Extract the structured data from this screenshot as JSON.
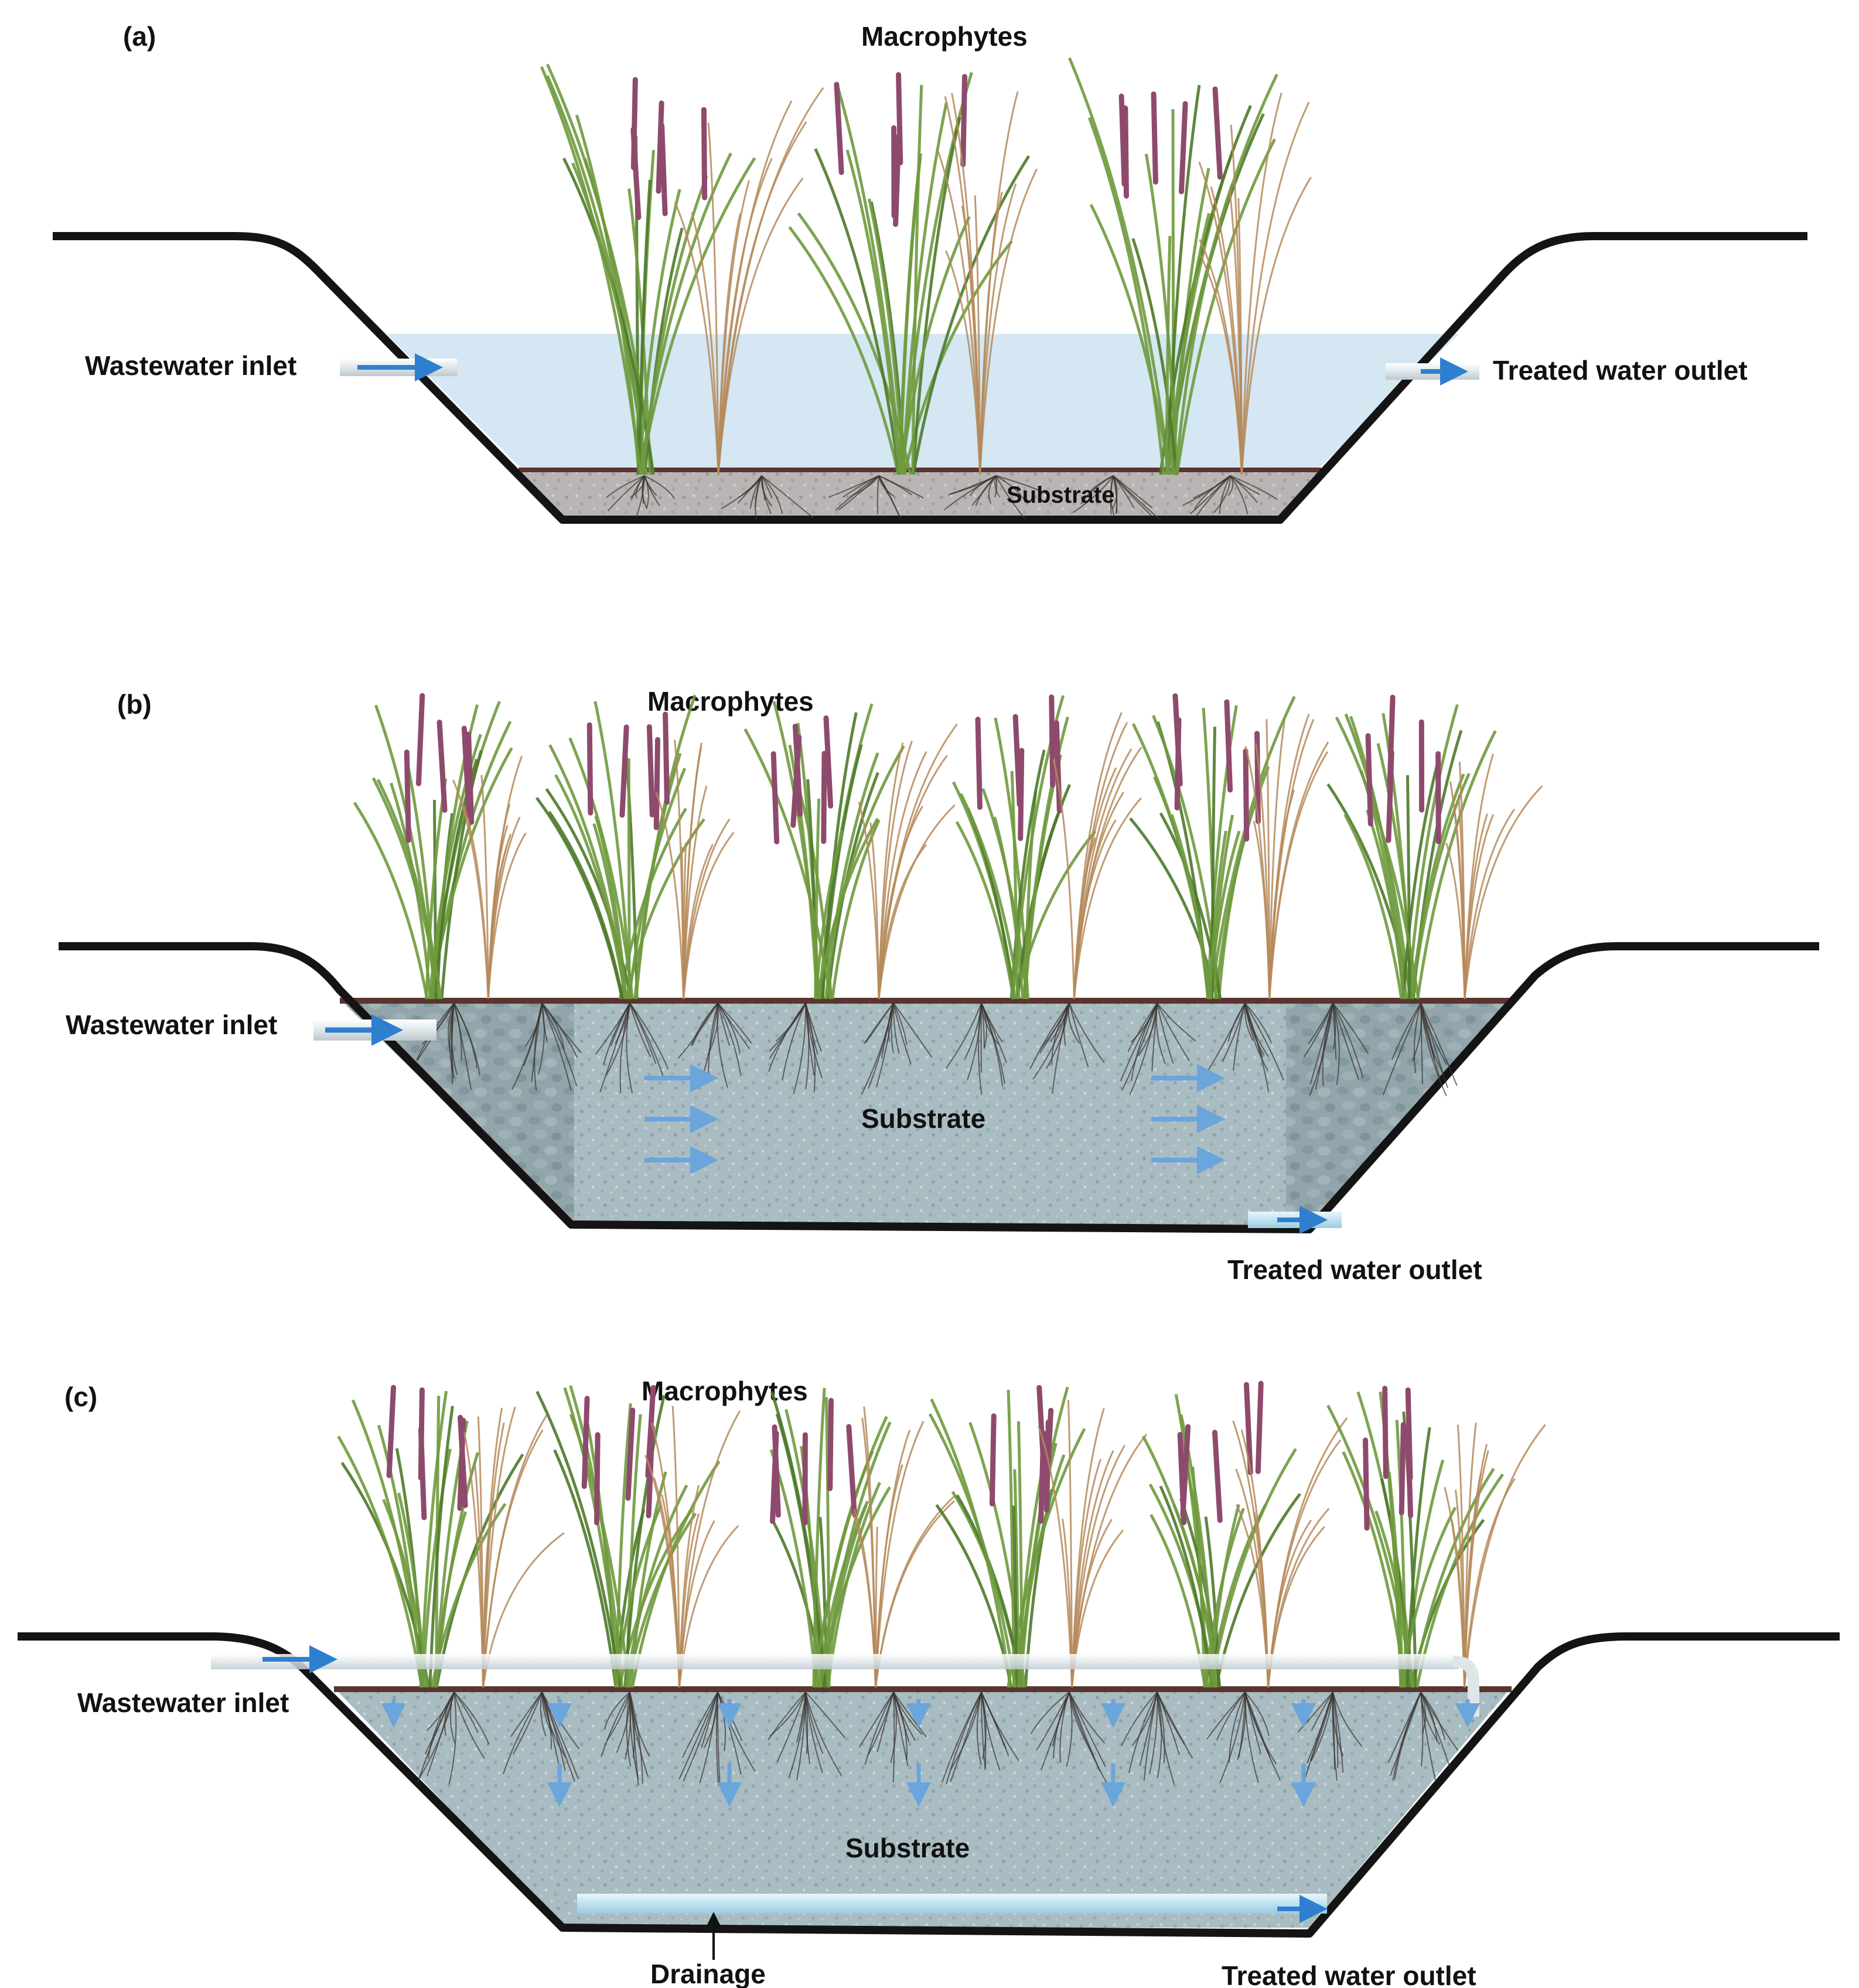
{
  "panels": [
    {
      "letter": "(a)",
      "macrophytes": "Macrophytes",
      "inlet": "Wastewater inlet",
      "outlet": "Treated water outlet",
      "substrate": "Substrate"
    },
    {
      "letter": "(b)",
      "macrophytes": "Macrophytes",
      "inlet": "Wastewater inlet",
      "outlet": "Treated water outlet",
      "substrate": "Substrate"
    },
    {
      "letter": "(c)",
      "macrophytes": "Macrophytes",
      "inlet": "Wastewater inlet",
      "outlet": "Treated water outlet",
      "substrate": "Substrate",
      "drainage": "Drainage"
    }
  ],
  "colors": {
    "ground_line": "#141414",
    "water": "#d4e7f2",
    "substrate_a": "#b8b5b4",
    "substrate_bc": "#a9bcc2",
    "substrate_side": "#8ea2a8",
    "bed_top": "#5a3530",
    "leaf_green": "#6f9a3e",
    "leaf_dry": "#b58a5a",
    "spike_purple": "#8e4a6c",
    "flow_arrow": "#2f7fd0",
    "flow_arrow_light": "#6aa5db",
    "pipe": "#e8eef2"
  }
}
